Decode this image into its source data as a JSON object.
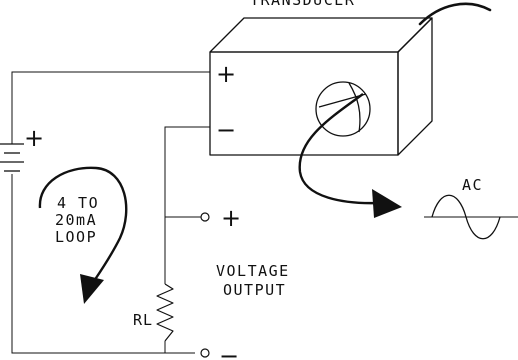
{
  "diagram": {
    "transducer_label": "TRANSDUCER",
    "transducer_plus": "+",
    "transducer_minus": "−",
    "battery_plus": "+",
    "loop_line1": "4 TO",
    "loop_line2": "20mA",
    "loop_line3": "LOOP",
    "output_plus": "+",
    "output_minus": "−",
    "voltage_line1": "VOLTAGE",
    "voltage_line2": "OUTPUT",
    "resistor_label": "RL",
    "ac_label": "AC"
  },
  "colors": {
    "ink": "#111111",
    "background": "#ffffff"
  }
}
